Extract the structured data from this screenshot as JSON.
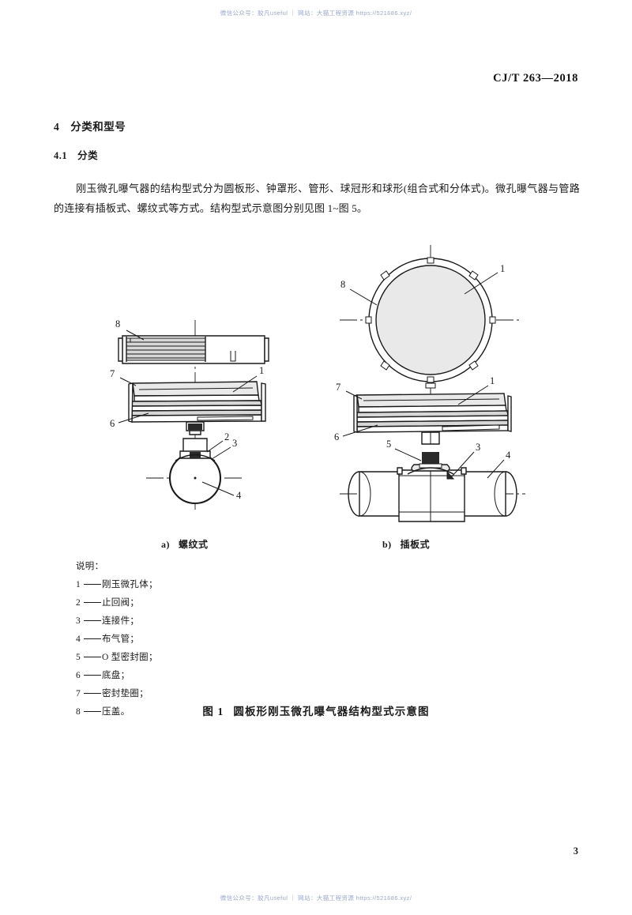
{
  "document": {
    "standard_number": "CJ/T 263—2018",
    "page_number": "3"
  },
  "watermark": {
    "text": "微信公众号：胶凡useful ｜ 网站：大猫工程资源 https://521686.xyz/"
  },
  "headings": {
    "section": {
      "number": "4",
      "title": "分类和型号"
    },
    "subsection": {
      "number": "4.1",
      "title": "分类"
    }
  },
  "body": {
    "paragraph": "刚玉微孔曝气器的结构型式分为圆板形、钟罩形、管形、球冠形和球形(组合式和分体式)。微孔曝气器与管路的连接有插板式、螺纹式等方式。结构型式示意图分别见图 1~图 5。"
  },
  "figure": {
    "subcaptions": [
      {
        "label": "a)",
        "text": "螺纹式"
      },
      {
        "label": "b)",
        "text": "插板式"
      }
    ],
    "legend_title": "说明：",
    "legend_items": [
      {
        "num": "1",
        "text": "刚玉微孔体；"
      },
      {
        "num": "2",
        "text": "止回阀；"
      },
      {
        "num": "3",
        "text": "连接件；"
      },
      {
        "num": "4",
        "text": "布气管；"
      },
      {
        "num": "5",
        "text": "O 型密封圈；"
      },
      {
        "num": "6",
        "text": "底盘；"
      },
      {
        "num": "7",
        "text": "密封垫圈；"
      },
      {
        "num": "8",
        "text": "压盖。"
      }
    ],
    "title_label": "图 1",
    "title_text": "圆板形刚玉微孔曝气器结构型式示意图",
    "callouts_left": [
      "8",
      "7",
      "6",
      "1",
      "2",
      "3",
      "4"
    ],
    "callouts_right": [
      "1",
      "8",
      "7",
      "6",
      "5",
      "3",
      "4"
    ]
  },
  "colors": {
    "paper": "#ffffff",
    "ink": "#1a1a1a",
    "watermark": "#9aa8cc",
    "shade": "#e9e9e9"
  }
}
